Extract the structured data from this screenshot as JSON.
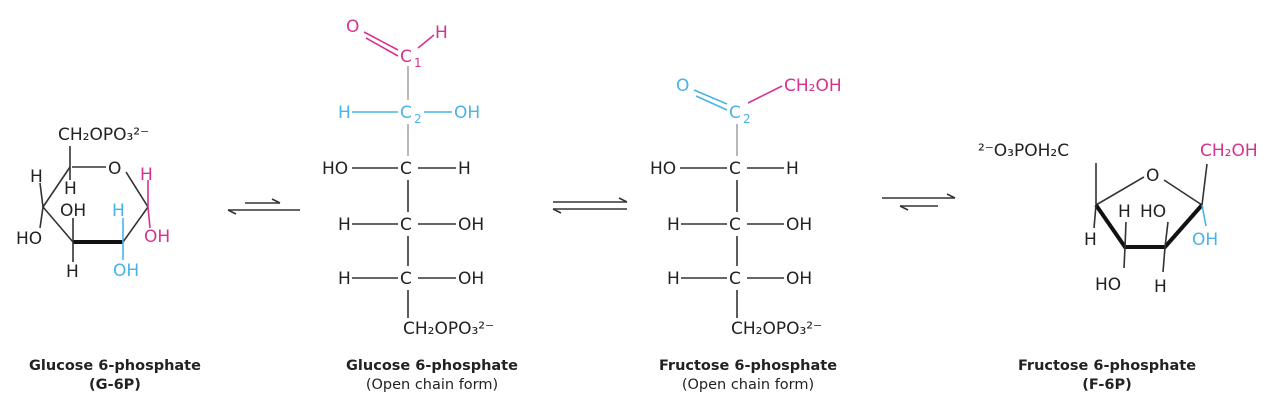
{
  "colors": {
    "black": "#222222",
    "magenta": "#d6338f",
    "cyan": "#4ab3e6"
  },
  "g6p_ring": {
    "ch2opo3": "CH₂OPO₃²⁻",
    "ring_o": "O",
    "h_c4_up": "H",
    "h_c5_down": "H",
    "oh_c3_up": "OH",
    "h_c2_up": "H",
    "h_c1_up": "H",
    "oh_c1_down": "OH",
    "ho_c4_down": "HO",
    "h_c3_down": "H",
    "oh_c2_down": "OH",
    "name": "Glucose 6-phosphate",
    "abbrev": "(G-6P)"
  },
  "glucose_open": {
    "o": "O",
    "h_ald": "H",
    "c1": "C",
    "c1_num": "1",
    "c2_h": "H",
    "c2": "C",
    "c2_num": "2",
    "c2_oh": "OH",
    "c3_ho": "HO",
    "c3": "C",
    "c3_h": "H",
    "c4_h": "H",
    "c4": "C",
    "c4_oh": "OH",
    "c5_h": "H",
    "c5": "C",
    "c5_oh": "OH",
    "c6": "CH₂OPO₃²⁻",
    "name": "Glucose 6-phosphate",
    "form": "(Open chain form)"
  },
  "fructose_open": {
    "o": "O",
    "c2": "C",
    "c2_num": "2",
    "c1": "CH₂OH",
    "c3_ho": "HO",
    "c3": "C",
    "c3_h": "H",
    "c4_h": "H",
    "c4": "C",
    "c4_oh": "OH",
    "c5_h": "H",
    "c5": "C",
    "c5_oh": "OH",
    "c6": "CH₂OPO₃²⁻",
    "name": "Fructose 6-phosphate",
    "form": "(Open chain form)"
  },
  "f6p_ring": {
    "c6": "²⁻O₃POH₂C",
    "c1": "CH₂OH",
    "ring_o": "O",
    "h_c5": "H",
    "h_c4_up": "H",
    "ho_c3_up": "HO",
    "oh_c2": "OH",
    "ho_c4_down": "HO",
    "h_c3_down": "H",
    "name": "Fructose 6-phosphate",
    "abbrev": "(F-6P)"
  }
}
